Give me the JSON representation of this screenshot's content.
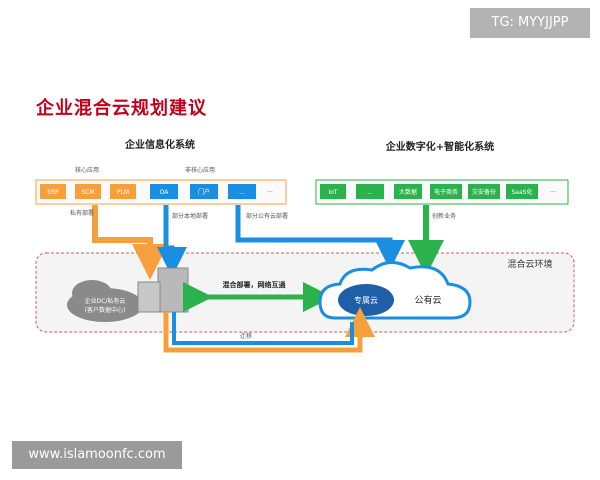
{
  "title": "企业混合云规划建议",
  "watermarks": {
    "top": "TG: MYYJJPP",
    "bottom": "www.islamoonfc.com"
  },
  "left_system": {
    "title": "企业信息化系统",
    "core_label": "核心应用",
    "noncore_label": "非核心应用",
    "core_apps": [
      "ERP",
      "SCM",
      "PLM"
    ],
    "noncore_apps": [
      "OA",
      "门户",
      "...",
      "···"
    ],
    "private_deploy": "私有部署",
    "local_deploy": "部分本地部署",
    "public_deploy": "部分公有云部署"
  },
  "right_system": {
    "title": "企业数字化+智能化系统",
    "apps": [
      "IoT",
      "...",
      "大数据",
      "电子商务",
      "灾安备份",
      "SaaS化",
      "···"
    ],
    "innovation": "创新业务"
  },
  "hybrid": {
    "env_label": "混合云环境",
    "dc_label_1": "企业DC/私有云",
    "dc_label_2": "(客户数据中心)",
    "link_label": "混合部署，网络互通",
    "migrate_label": "迁移",
    "dedicated_cloud": "专属云",
    "public_cloud": "公有云"
  },
  "colors": {
    "title_red": "#c0001a",
    "orange": "#f5a03c",
    "blue": "#1a8ee0",
    "green": "#2bb24c",
    "dark_blue": "#1e5fa8"
  }
}
